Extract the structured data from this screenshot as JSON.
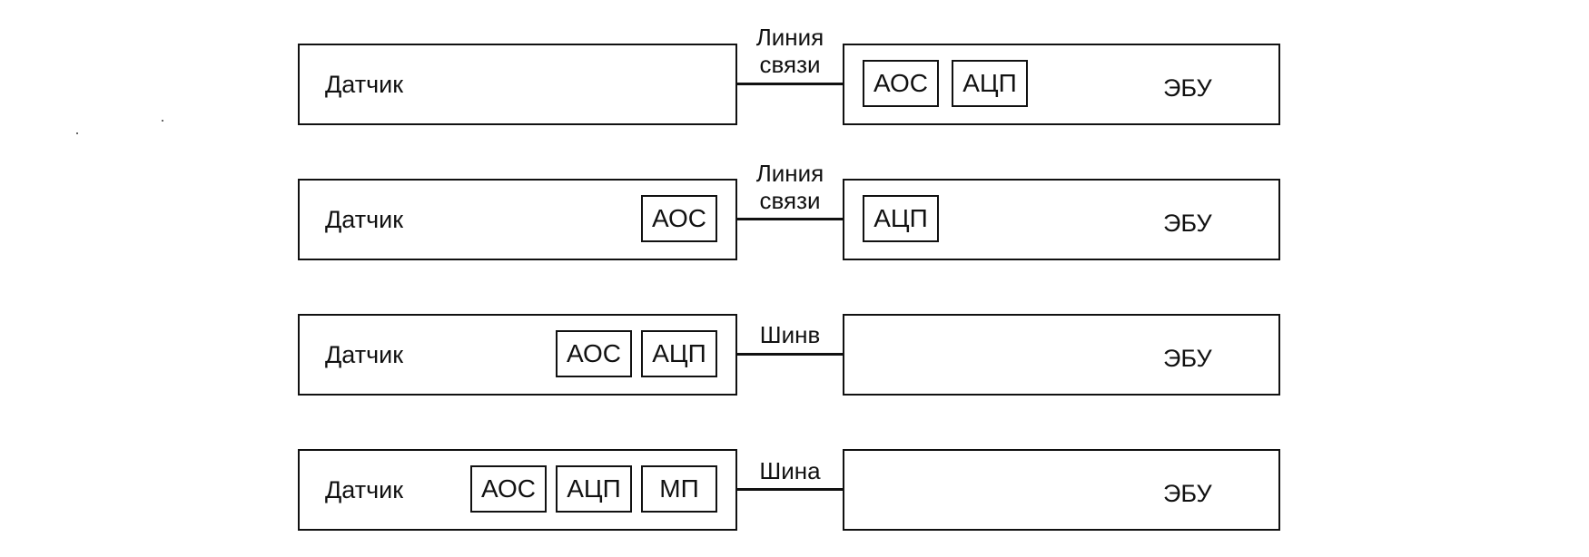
{
  "rows": [
    {
      "sensor": {
        "label": "Датчик",
        "units": []
      },
      "link": {
        "line1": "Линия",
        "line2": "связи"
      },
      "ecu": {
        "label": "ЭБУ",
        "units": [
          "АОС",
          "АЦП"
        ]
      }
    },
    {
      "sensor": {
        "label": "Датчик",
        "units": [
          "АОС"
        ]
      },
      "link": {
        "line1": "Линия",
        "line2": "связи"
      },
      "ecu": {
        "label": "ЭБУ",
        "units": [
          "АЦП"
        ]
      }
    },
    {
      "sensor": {
        "label": "Датчик",
        "units": [
          "АОС",
          "АЦП"
        ]
      },
      "link": {
        "line1": "Шинв"
      },
      "ecu": {
        "label": "ЭБУ",
        "units": []
      }
    },
    {
      "sensor": {
        "label": "Датчик",
        "units": [
          "АОС",
          "АЦП",
          "МП"
        ]
      },
      "link": {
        "line1": "Шина"
      },
      "ecu": {
        "label": "ЭБУ",
        "units": []
      }
    }
  ]
}
